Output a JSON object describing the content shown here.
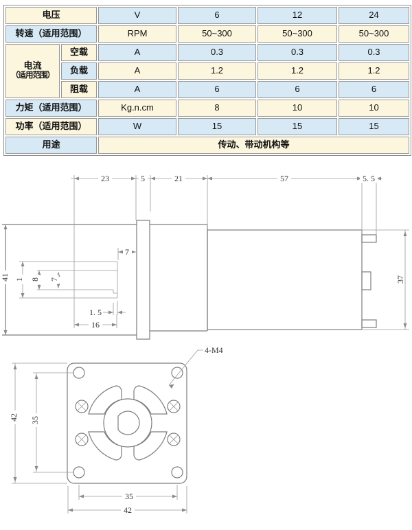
{
  "spec_table": {
    "colors": {
      "cream": "#fcf6de",
      "blue": "#d6e9f5",
      "border": "#8e8e8e"
    },
    "rows": {
      "voltage": {
        "label": "电压",
        "unit": "V",
        "values": [
          "6",
          "12",
          "24"
        ]
      },
      "speed": {
        "label": "转速（适用范围）",
        "unit": "RPM",
        "values": [
          "50~300",
          "50~300",
          "50~300"
        ]
      },
      "current": {
        "label_line1": "电流",
        "label_line2": "（适用范围）",
        "sub_rows": [
          {
            "label": "空载",
            "unit": "A",
            "values": [
              "0.3",
              "0.3",
              "0.3"
            ]
          },
          {
            "label": "负载",
            "unit": "A",
            "values": [
              "1.2",
              "1.2",
              "1.2"
            ]
          },
          {
            "label": "阻载",
            "unit": "A",
            "values": [
              "6",
              "6",
              "6"
            ]
          }
        ]
      },
      "torque": {
        "label": "力矩（适用范围）",
        "unit": "Kg.n.cm",
        "values": [
          "8",
          "10",
          "10"
        ]
      },
      "power": {
        "label": "功率（适用范围）",
        "unit": "W",
        "values": [
          "15",
          "15",
          "15"
        ]
      },
      "application": {
        "label": "用途",
        "value": "传动、带动机构等"
      }
    }
  },
  "side_view": {
    "dims": {
      "top_chain": [
        "23",
        "5",
        "21",
        "57",
        "5. 5"
      ],
      "overall_height": "41",
      "bore_detail": [
        "1",
        "8",
        "7"
      ],
      "shaft_protrusion": "7",
      "step": "1. 5",
      "bore_length": "16",
      "motor_diameter": "37"
    }
  },
  "front_view": {
    "dims": {
      "outer_height": "42",
      "hole_spacing_v": "35",
      "hole_spacing_h": "35",
      "outer_width": "42",
      "thread_note": "4-M4"
    }
  }
}
